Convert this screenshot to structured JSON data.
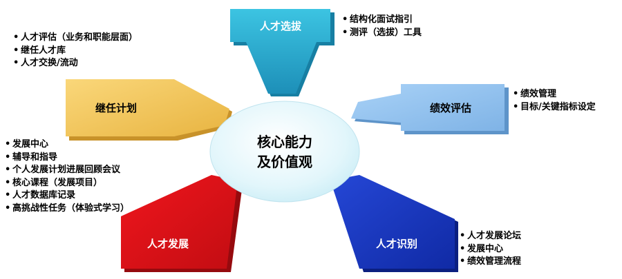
{
  "center": {
    "line1": "核心能力",
    "line2": "及价值观"
  },
  "segments": {
    "top": {
      "title": "人才选拔",
      "color": "#33b8d6",
      "bullets": [
        "结构化面试指引",
        "测评（选拔）工具"
      ]
    },
    "right": {
      "title": "绩效评估",
      "color": "#8fc0ee",
      "bullets": [
        "绩效管理",
        "目标/关键指标设定"
      ]
    },
    "bottom_right": {
      "title": "人才识别",
      "color": "#1f3fc4",
      "bullets": [
        "人才发展论坛",
        "发展中心",
        "绩效管理流程"
      ]
    },
    "bottom_left": {
      "title": "人才发展",
      "color": "#e8141b",
      "bullets": [
        "发展中心",
        "辅导和指导",
        "个人发展计划进展回顾会议",
        "核心课程（发展项目）",
        "人才数据库记录",
        "高挑战性任务（体验式学习）"
      ]
    },
    "left": {
      "title": "继任计划",
      "color": "#f5c95b",
      "bullets": [
        "人才评估（业务和职能层面）",
        "继任人才库",
        "人才交换/流动"
      ]
    }
  }
}
